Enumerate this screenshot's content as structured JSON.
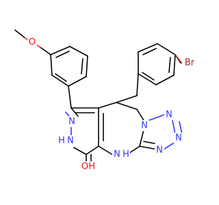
{
  "molecule": {
    "atoms": [
      {
        "id": "br1",
        "symbol": "Br",
        "label": "Br",
        "color": "#a62929"
      },
      {
        "id": "o_me",
        "symbol": "O",
        "label": "O",
        "color": "#ff0d0d"
      },
      {
        "id": "n_a",
        "symbol": "N",
        "label": "N",
        "color": "#3333ff"
      },
      {
        "id": "n_b",
        "symbol": "N",
        "label": "N",
        "color": "#3333ff"
      },
      {
        "id": "n_c",
        "symbol": "N",
        "label": "N",
        "color": "#3333ff"
      },
      {
        "id": "n_d",
        "symbol": "N",
        "label": "N",
        "color": "#3333ff"
      },
      {
        "id": "n_e",
        "symbol": "N",
        "label": "N",
        "color": "#3333ff"
      },
      {
        "id": "n_f",
        "symbol": "N",
        "label": "N",
        "color": "#3333ff"
      },
      {
        "id": "nh1",
        "symbol": "N",
        "label": "H",
        "color": "#3333ff"
      },
      {
        "id": "nh2",
        "symbol": "N",
        "label": "H",
        "color": "#3333ff"
      },
      {
        "id": "o_oh",
        "symbol": "O",
        "label": "OH",
        "color": "#ff0d0d"
      }
    ]
  }
}
